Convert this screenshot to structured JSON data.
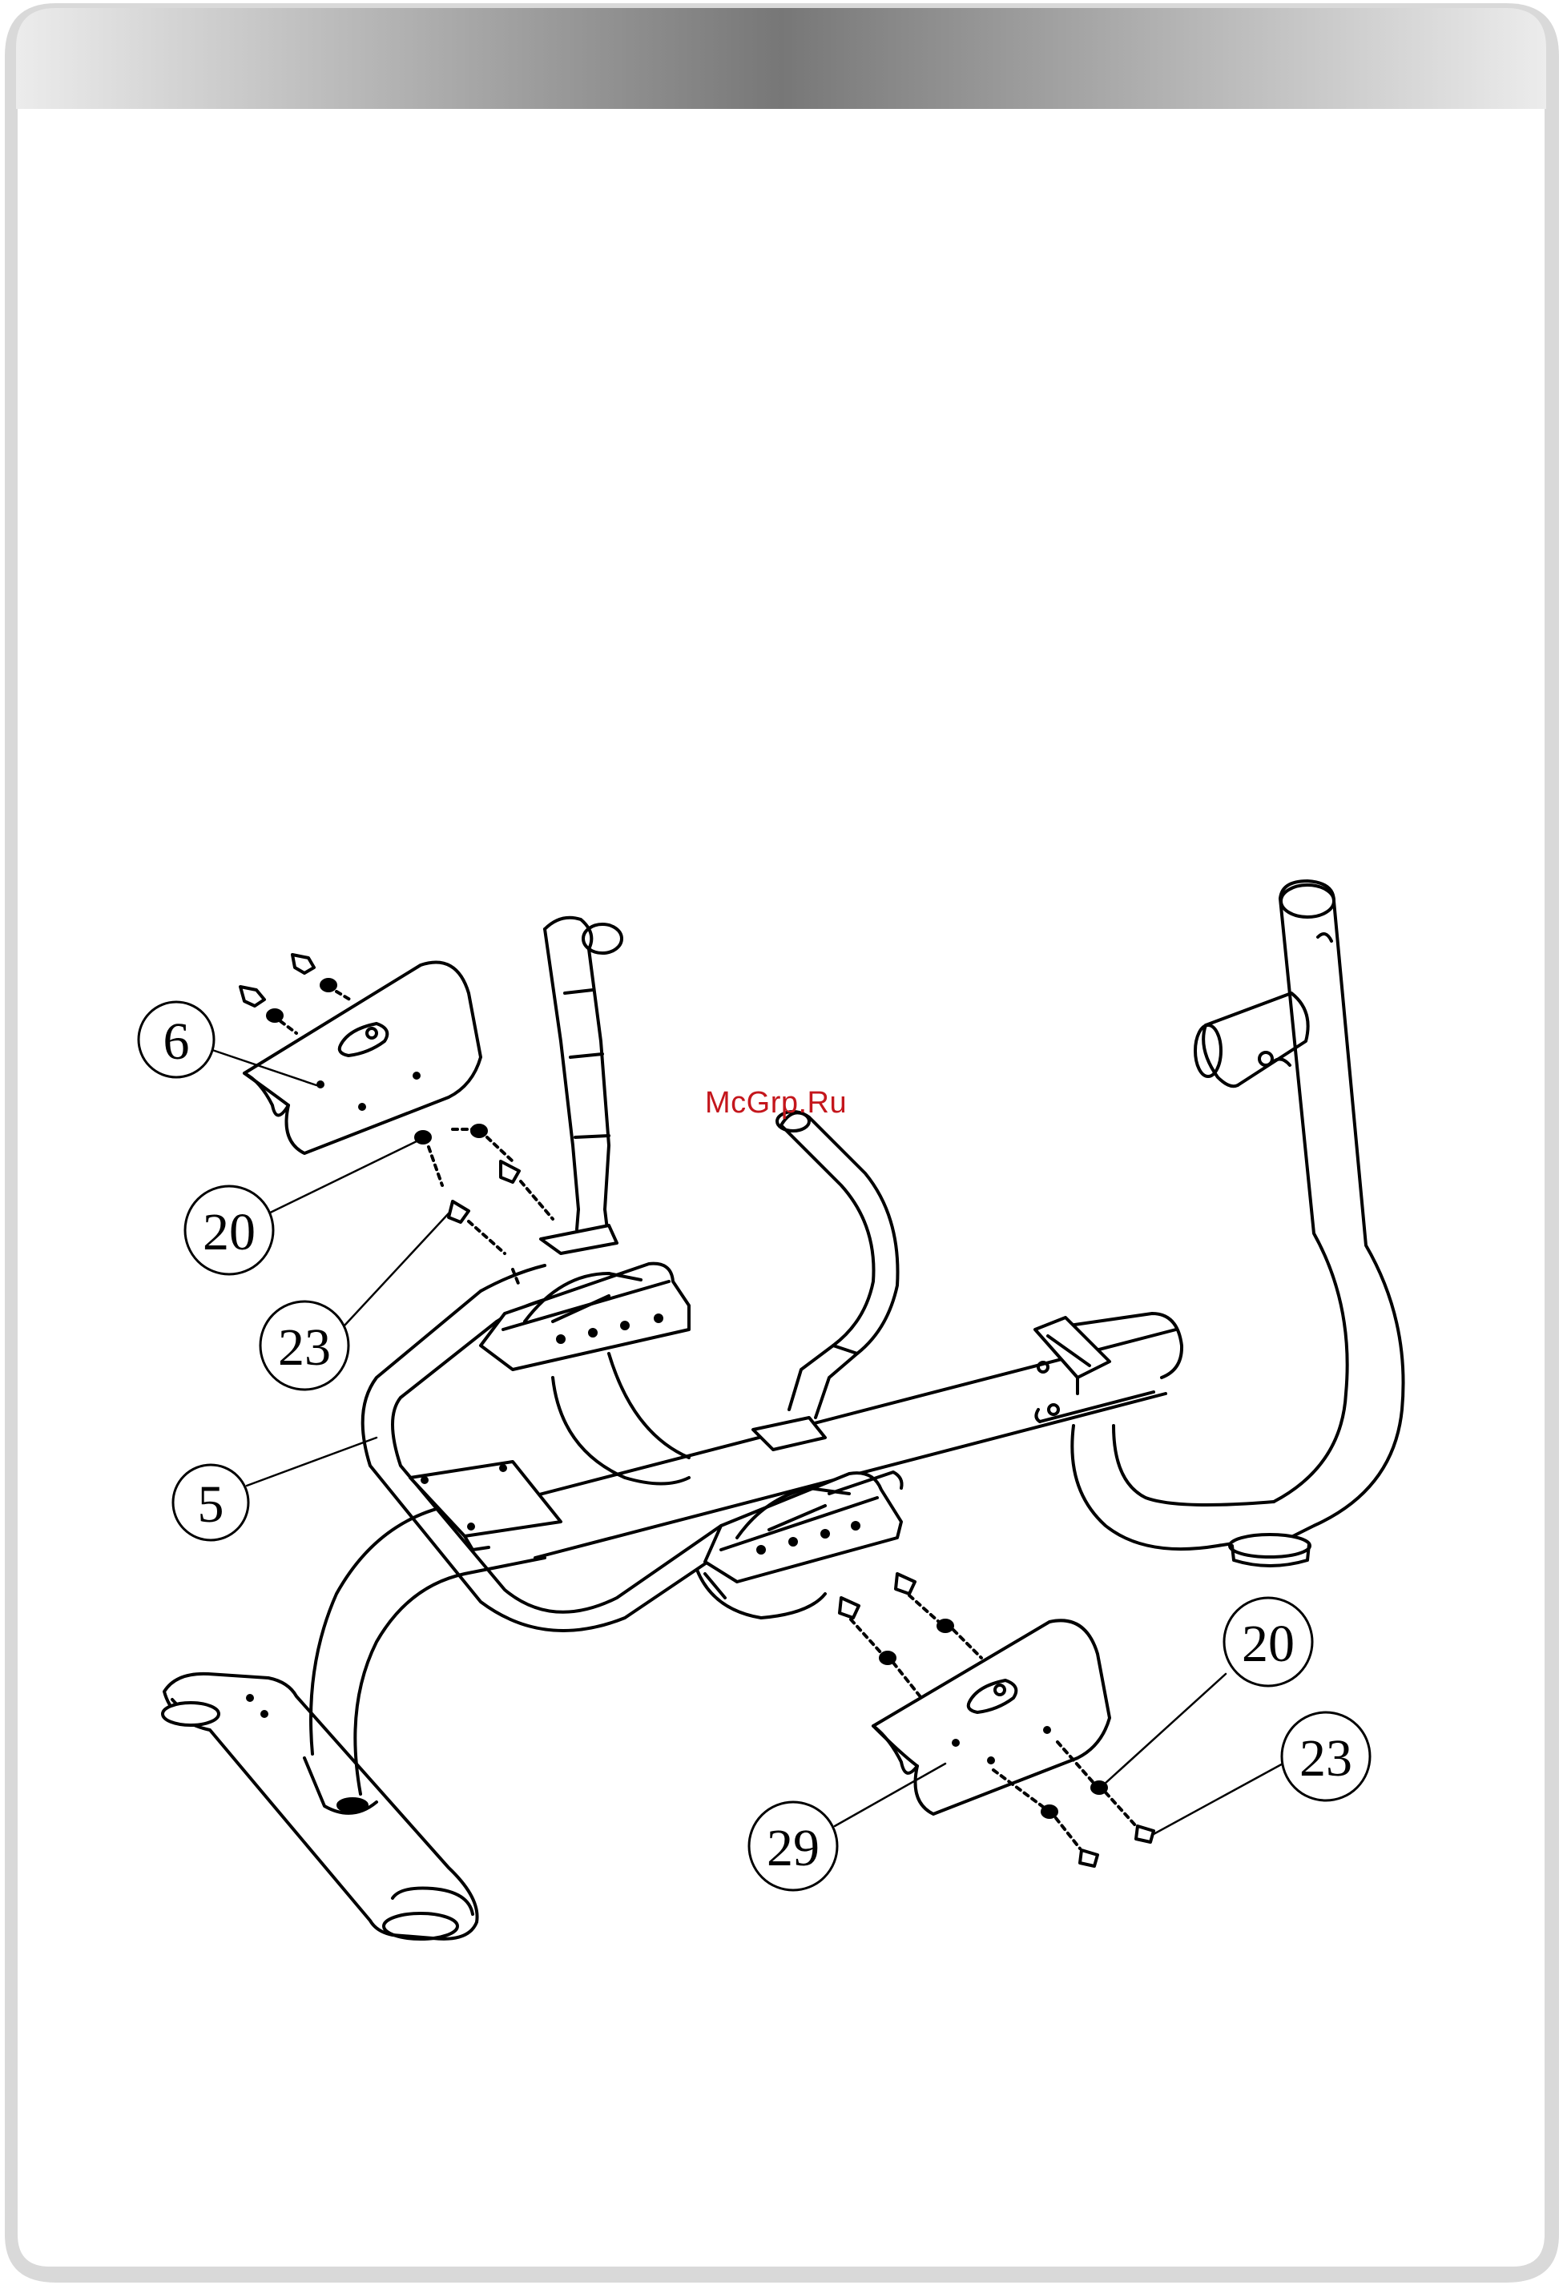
{
  "header_band": {
    "gradient": [
      "#e6e6e6",
      "#7a7a7a",
      "#e6e6e6"
    ]
  },
  "watermark": {
    "text": "McGrp.Ru",
    "color": "#c4161c"
  },
  "callouts": {
    "part_6": "6",
    "part_20_left": "20",
    "part_23_left": "23",
    "part_5": "5",
    "part_20_right": "20",
    "part_23_right": "23",
    "part_29": "29"
  }
}
